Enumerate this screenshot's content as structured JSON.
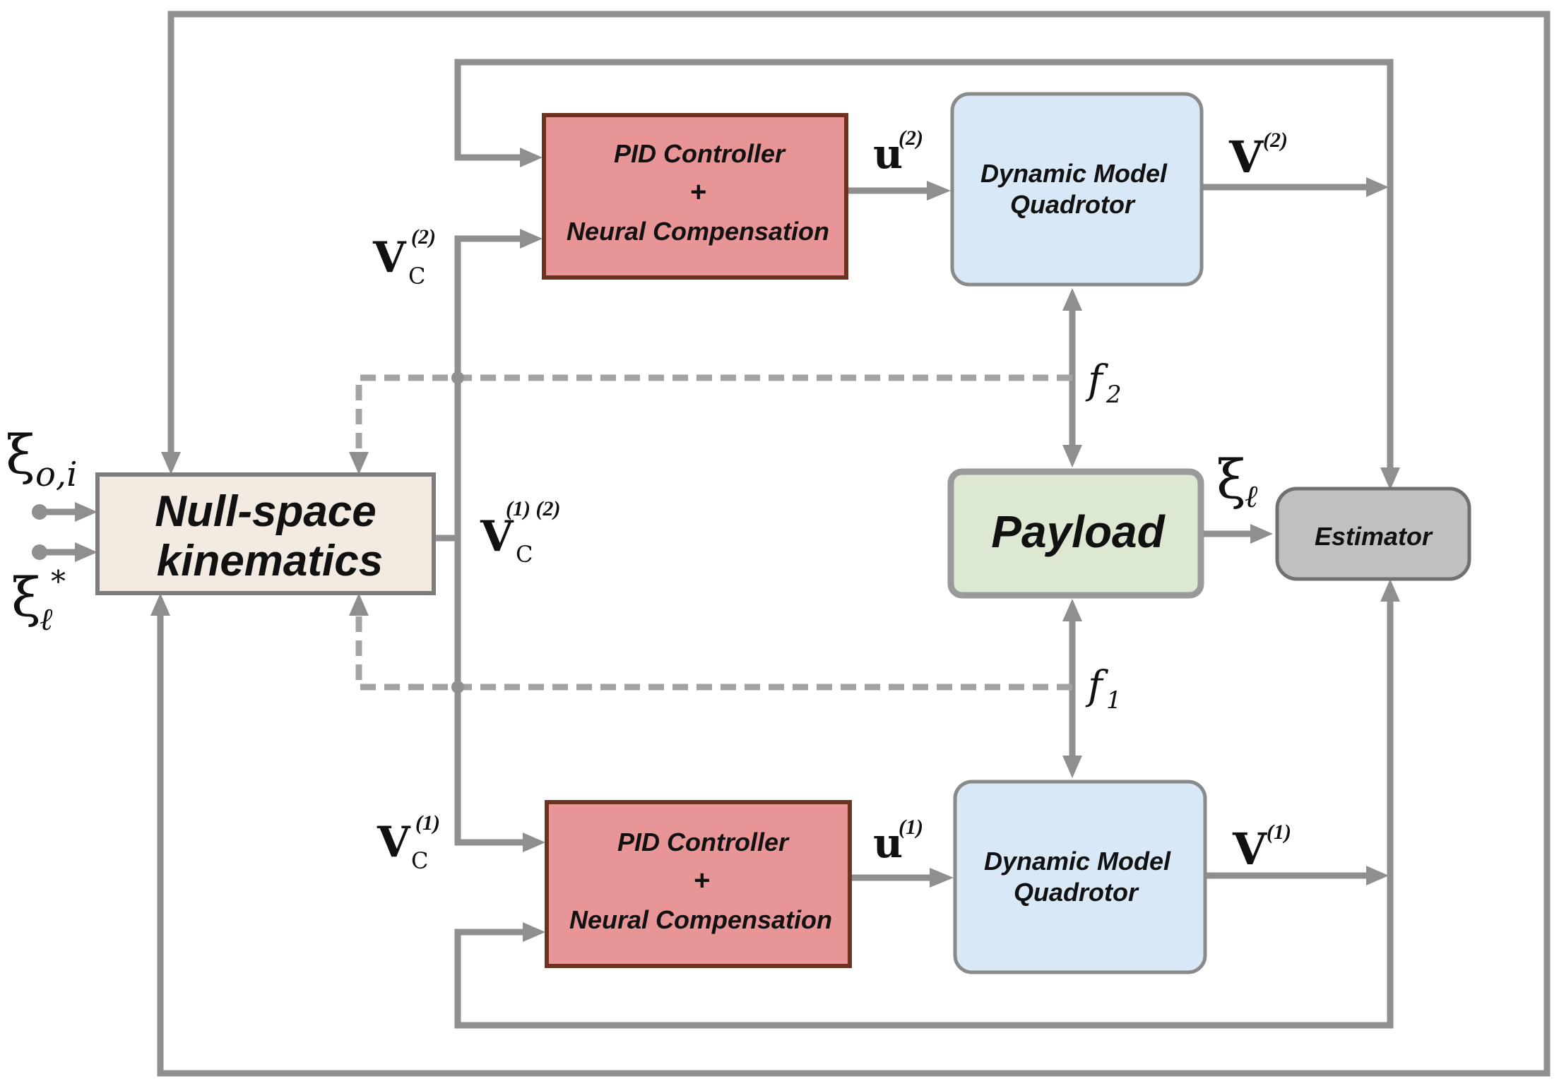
{
  "blocks": {
    "nullspace": {
      "line1": "Null-space",
      "line2": "kinematics"
    },
    "pid_top": {
      "line1": "PID Controller",
      "line2": "+",
      "line3": "Neural Compensation"
    },
    "pid_bottom": {
      "line1": "PID Controller",
      "line2": "+",
      "line3": "Neural Compensation"
    },
    "dyn_top": {
      "line1": "Dynamic Model",
      "line2": "Quadrotor"
    },
    "dyn_bottom": {
      "line1": "Dynamic Model",
      "line2": "Quadrotor"
    },
    "payload": {
      "label": "Payload"
    },
    "estimator": {
      "label": "Estimator"
    }
  },
  "signals": {
    "xi_oi": {
      "base": "ξ",
      "sub": "o,i"
    },
    "xi_l_star": {
      "base": "ξ",
      "sub": "ℓ",
      "sup": "*"
    },
    "xi_l": {
      "base": "ξ",
      "sub": "ℓ"
    },
    "vc2": {
      "base": "V",
      "sub": "C",
      "sup": "(2)"
    },
    "vc12": {
      "base": "V",
      "sub": "C",
      "sup": "(1) (2)"
    },
    "vc1": {
      "base": "V",
      "sub": "C",
      "sup": "(1)"
    },
    "u2": {
      "base": "u",
      "sup": "(2)"
    },
    "u1": {
      "base": "u",
      "sup": "(1)"
    },
    "v2": {
      "base": "V",
      "sup": "(2)"
    },
    "v1": {
      "base": "V",
      "sup": "(1)"
    },
    "f2": {
      "base": "f",
      "sub": "2"
    },
    "f1": {
      "base": "f",
      "sub": "1"
    }
  },
  "colors": {
    "wire": "#8f8f8f",
    "pid_fill": "#e89597",
    "pid_border": "#6e3220",
    "dyn_fill": "#d8e8f6",
    "payload_fill": "#dce8d2",
    "estimator_fill": "#c0c0c0",
    "nullspace_fill": "#f3ebe2"
  }
}
